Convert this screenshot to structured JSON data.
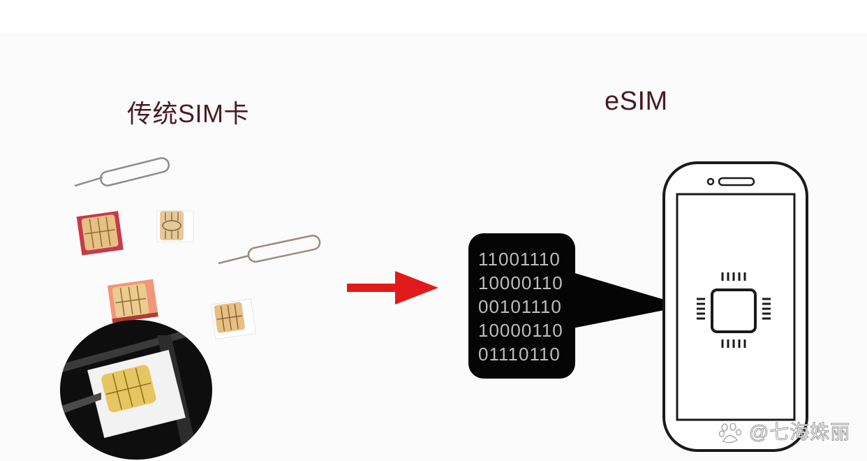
{
  "diagram": {
    "left_title": "传统SIM卡",
    "right_title": "eSIM",
    "binary_rows": [
      "11001110",
      "10000110",
      "00101110",
      "10000110",
      "01110110"
    ],
    "watermark": "@七海姝丽",
    "colors": {
      "title": "#4a1a22",
      "arrow": "#e11b1b",
      "binary_bg": "#050505",
      "binary_text": "#bdbdbd",
      "phone_outline": "#1a1a1a"
    },
    "icons": [
      "sim-card-icon",
      "sim-eject-pin-icon",
      "arrow-right-icon",
      "smartphone-icon",
      "chip-icon",
      "baidu-paw-icon"
    ]
  }
}
